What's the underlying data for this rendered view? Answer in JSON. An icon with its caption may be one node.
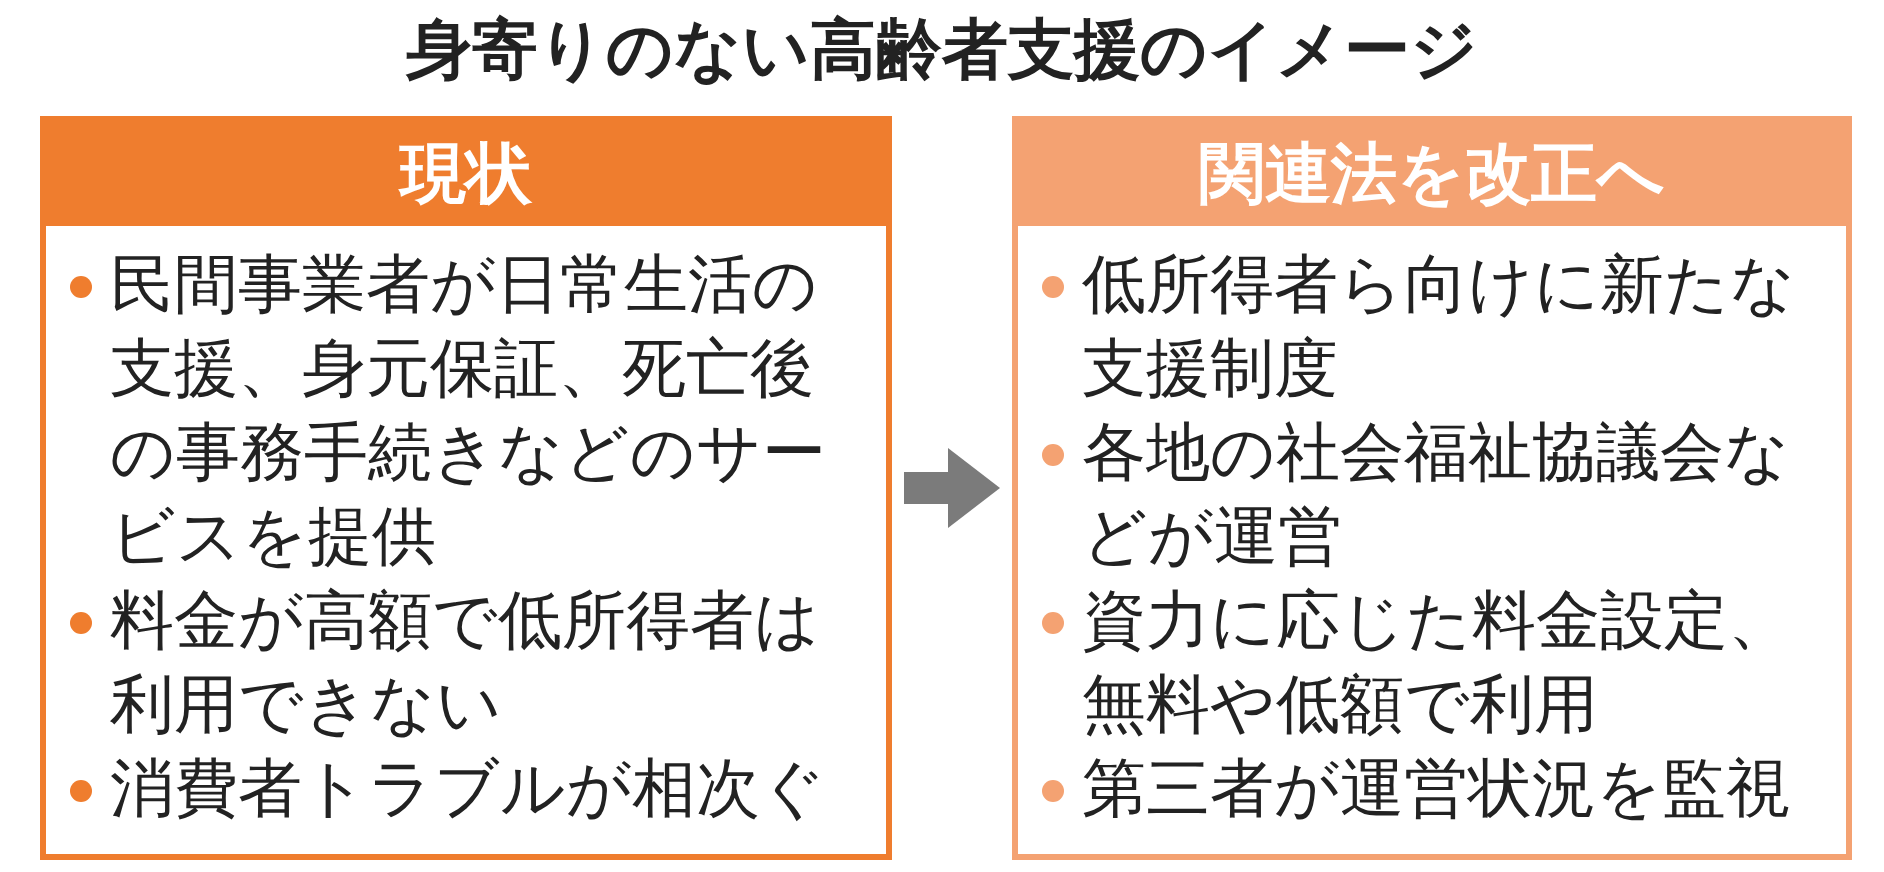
{
  "diagram": {
    "title": "身寄りのない高齢者支援のイメージ",
    "nodes": [
      {
        "text": [
          "現状",
          "民間事業者が日常生活の支援、身元保証、死亡後の事務手続きなどのサービスを提供",
          "料金が高額で低所得者は利用できない",
          "消費者トラブルが相次ぐ"
        ]
      },
      {
        "text": [
          "関連法を改正へ",
          "低所得者ら向けに新たな支援制度",
          "各地の社会福祉協議会などが運営",
          "資力に応じた料金設定、無料や低額で利用",
          "第三者が運営状況を監視"
        ]
      }
    ],
    "edges": [
      {
        "from": 0,
        "to": 1,
        "arrow": "to"
      }
    ]
  }
}
